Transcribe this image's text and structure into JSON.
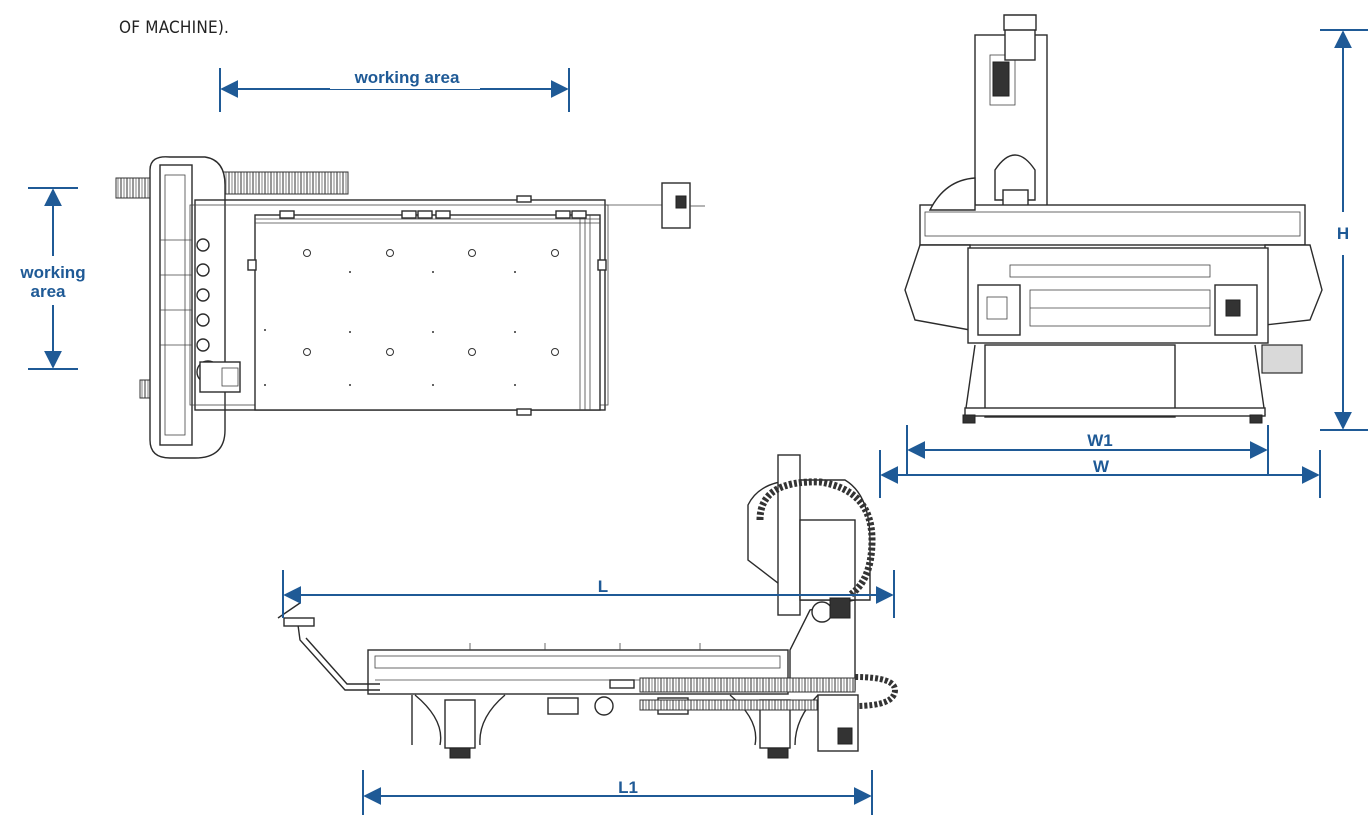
{
  "caption": "OF MACHINE).",
  "colors": {
    "dimension": "#1f5a96",
    "machine_line": "#2b2b2b"
  },
  "dimensions": {
    "top_working_area": "working area",
    "side_working_area_line1": "working",
    "side_working_area_line2": "area",
    "height": "H",
    "width_inner": "W1",
    "width": "W",
    "length": "L",
    "length_inner": "L1"
  }
}
